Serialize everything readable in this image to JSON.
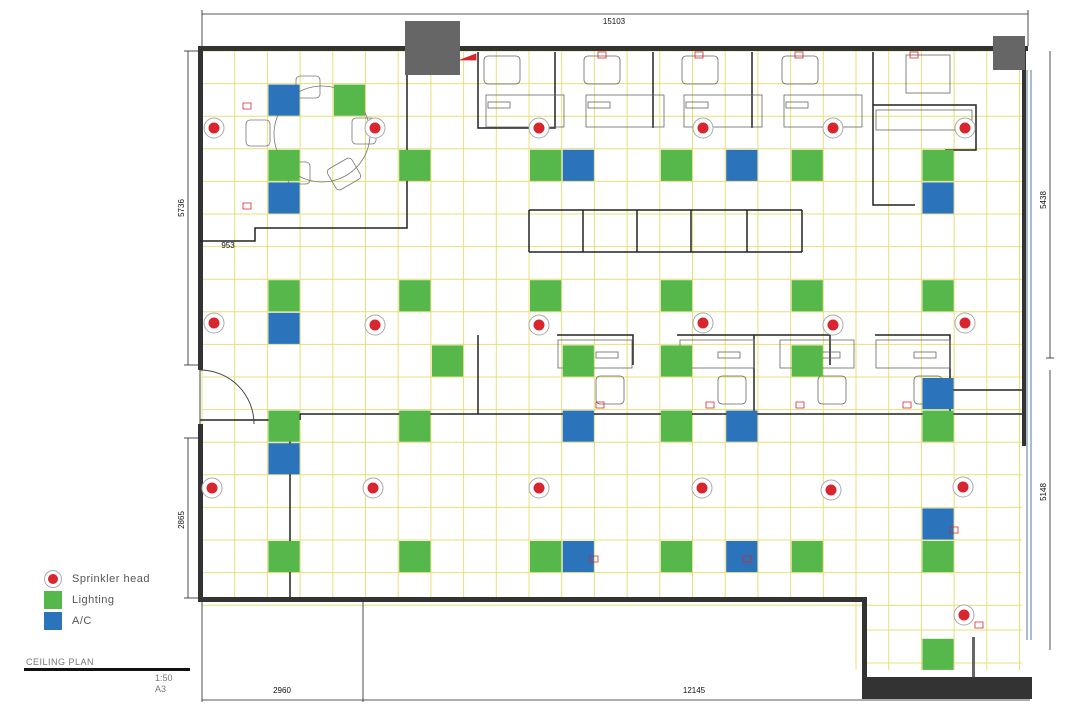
{
  "colors": {
    "wall": "#333333",
    "column": "#666666",
    "grid": "#e6e07a",
    "lighting": "#56b84b",
    "ac": "#2b73ba",
    "sprinkler": "#d8252e",
    "furniture": "#888888"
  },
  "dimensions": {
    "top_width": "15103",
    "left_upper_height": "5736",
    "left_lower_height": "2865",
    "right_upper_height": "5438",
    "right_lower_height": "5148",
    "bottom_left_width": "2960",
    "bottom_right_width": "12145",
    "wall_offset": "953"
  },
  "legend": {
    "sprinkler_label": "Sprinkler head",
    "lighting_label": "Lighting",
    "ac_label": "A/C"
  },
  "title": {
    "name": "CEILING PLAN",
    "scale": "1:50",
    "sheet": "A3"
  }
}
